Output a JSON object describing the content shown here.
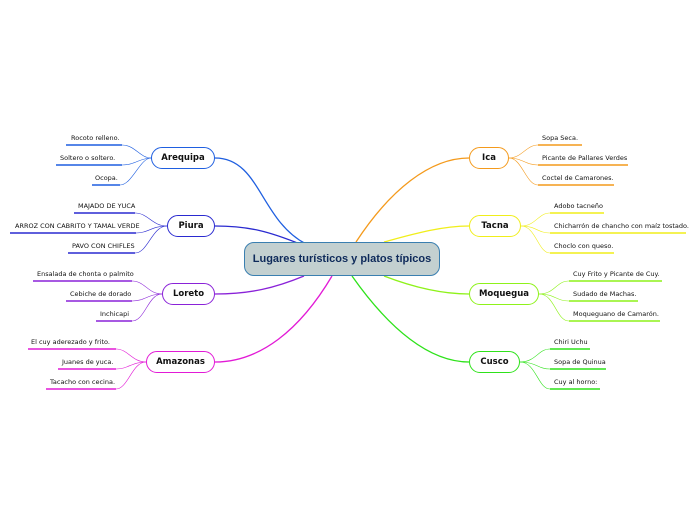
{
  "central": {
    "title": "Lugares turísticos y platos típicos"
  },
  "branches": {
    "arequipa": {
      "name": "Arequipa",
      "color": "#1f5fe0",
      "items": [
        "Rocoto relleno.",
        "Soltero o soltero.",
        "Ocopa."
      ]
    },
    "piura": {
      "name": "Piura",
      "color": "#2a2ad0",
      "items": [
        "MAJADO DE YUCA",
        "ARROZ CON CABRITO Y TAMAL VERDE",
        "PAVO CON CHIFLES"
      ]
    },
    "loreto": {
      "name": "Loreto",
      "color": "#8a22d8",
      "items": [
        "Ensalada de chonta o palmito",
        "Cebiche de dorado",
        "Inchicapi"
      ]
    },
    "amazonas": {
      "name": "Amazonas",
      "color": "#e21ad6",
      "items": [
        "El cuy aderezado y frito.",
        "Juanes de yuca.",
        "Tacacho con cecina."
      ]
    },
    "ica": {
      "name": "Ica",
      "color": "#f49a1c",
      "items": [
        "Sopa Seca.",
        "Picante de Pallares Verdes",
        "Coctel de Camarones."
      ]
    },
    "tacna": {
      "name": "Tacna",
      "color": "#f0ee1a",
      "items": [
        "Adobo tacneño",
        "Chicharrón de chancho con maíz tostado.",
        "Choclo con queso."
      ]
    },
    "moquegua": {
      "name": "Moquegua",
      "color": "#8ef21a",
      "items": [
        "Cuy Frito y Picante de Cuy.",
        "Sudado de Machas.",
        "Moqueguano de Camarón."
      ]
    },
    "cusco": {
      "name": "Cusco",
      "color": "#2ee21a",
      "items": [
        "Chiri Uchu",
        "Sopa de Quinua",
        "Cuy al horno:"
      ]
    }
  }
}
